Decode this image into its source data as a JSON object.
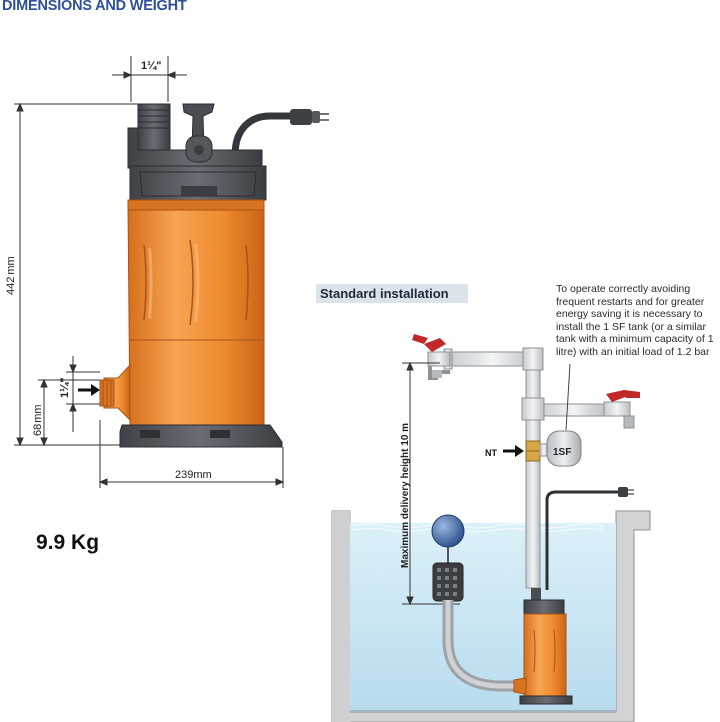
{
  "header": {
    "title": "DIMENSIONS AND WEIGHT"
  },
  "dimensions": {
    "outlet_size": "1¼\"",
    "height": "442",
    "height_unit": "mm",
    "inlet_size": "1¼\"",
    "inlet_height": "68",
    "inlet_height_unit": "mm",
    "width": "239",
    "width_unit": "mm"
  },
  "weight": "9.9 Kg",
  "installation": {
    "title": "Standard installation",
    "note": "To operate correctly avoiding frequent restarts and for greater energy saving it is necessary to install the 1 SF tank (or a similar tank with a minimum capacity of 1 litre) with an initial load of 1.2 bar",
    "tank_label": "1SF",
    "valve_label": "NT",
    "height_label": "Maximum delivery height 10 m"
  },
  "colors": {
    "title_blue": "#2e4f9a",
    "pump_orange": "#ef8a2e",
    "pump_dark": "#4a4d52",
    "water": "#cfe8f3",
    "float_blue": "#3b66a8",
    "tap_red": "#c0282a"
  }
}
